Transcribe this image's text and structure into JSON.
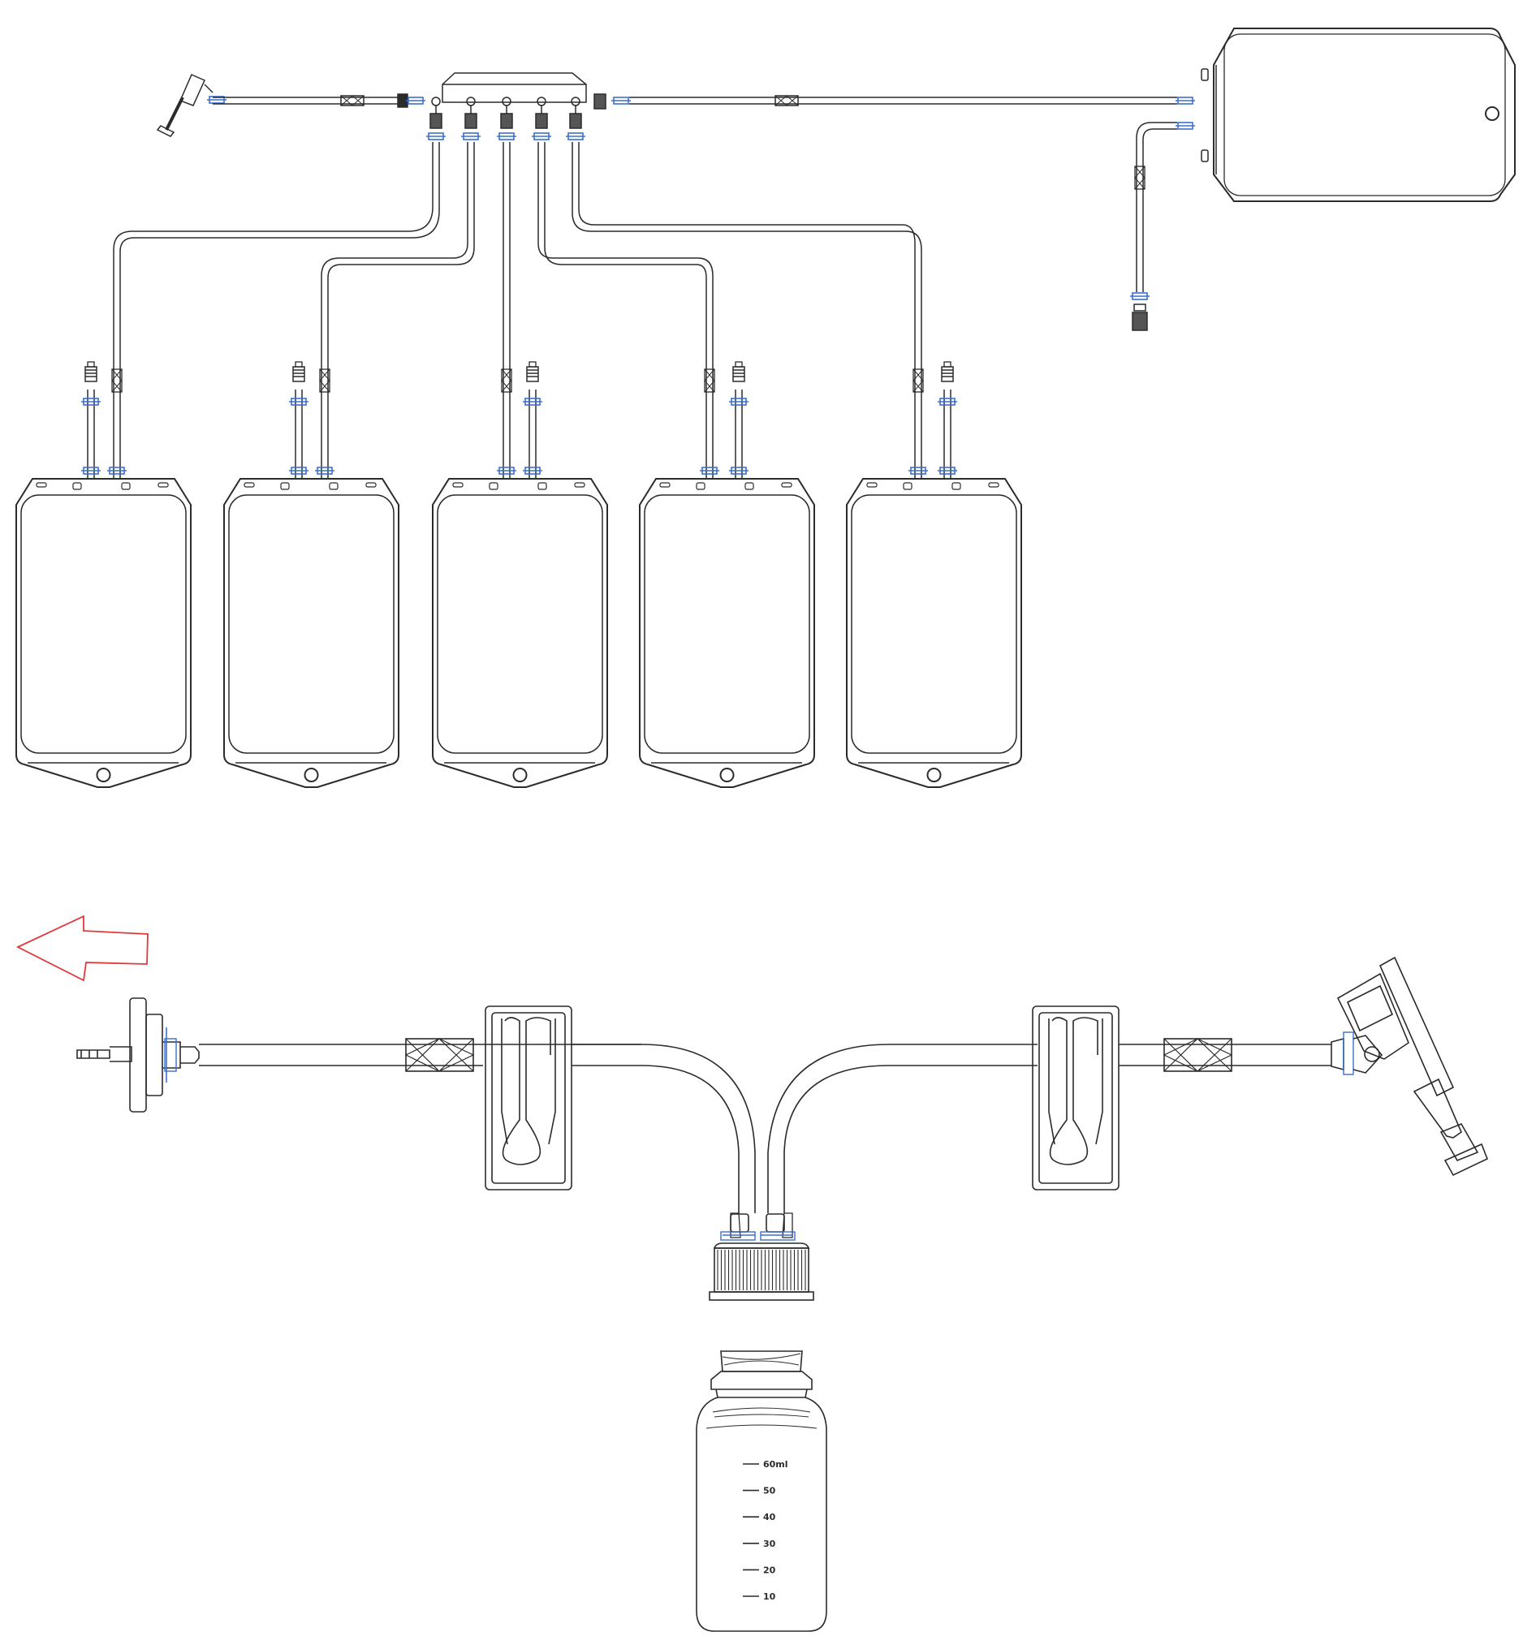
{
  "colors": {
    "outline": "#2b2b2b",
    "clamp": "#3a6fd0",
    "arrow": "#e03a3a",
    "background": "#ffffff"
  },
  "icons": {
    "direction_arrow": "arrow-left-icon",
    "filter": "filter-disc-icon",
    "spike": "spike-connector-icon"
  },
  "bottle": {
    "graduations": [
      {
        "label": "60ml"
      },
      {
        "label": "50"
      },
      {
        "label": "40"
      },
      {
        "label": "30"
      },
      {
        "label": "20"
      },
      {
        "label": "10"
      }
    ]
  }
}
